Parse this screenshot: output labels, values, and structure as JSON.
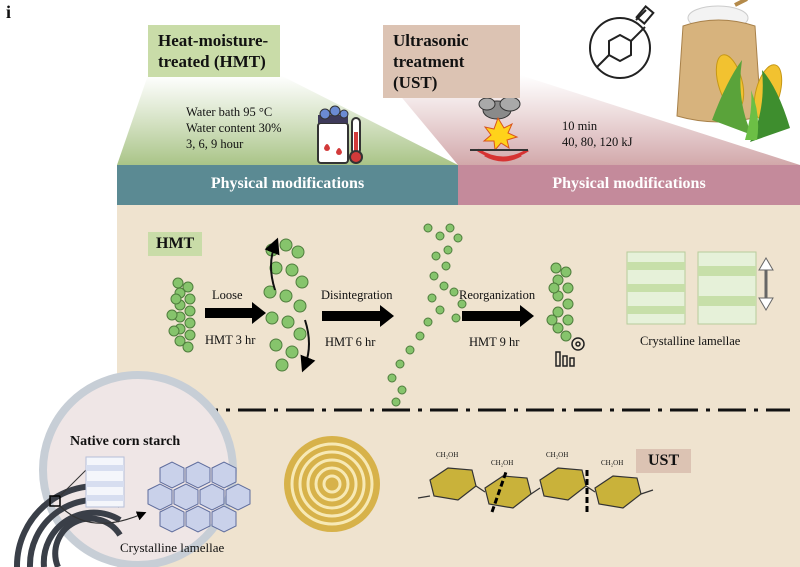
{
  "figure_letter": "i",
  "hmt_tag": {
    "line1": "Heat-moisture-",
    "line2": "treated (HMT)"
  },
  "ust_tag": {
    "line1": "Ultrasonic",
    "line2": "treatment (UST)"
  },
  "hmt_conditions": [
    "Water bath 95 °C",
    "Water content 30%",
    "3, 6, 9 hour"
  ],
  "ust_conditions": [
    "10 min",
    "40, 80, 120 kJ"
  ],
  "hmt_band_label": "Physical modifications",
  "ust_band_label": "Physical modifications",
  "hmt_section_label": "HMT",
  "ust_section_label": "UST",
  "steps": [
    {
      "above": "Loose",
      "below": "HMT 3 hr"
    },
    {
      "above": "Disintegration",
      "below": "HMT 6 hr"
    },
    {
      "above": "Reorganization",
      "below": "HMT 9 hr"
    }
  ],
  "crystalline_lamellae_right": "Crystalline lamellae",
  "native_title": "Native corn starch",
  "crystalline_lamellae_left": "Crystalline lamellae",
  "glucose_label": "CH₂OH",
  "colors": {
    "beige": "#efe3cf",
    "hmt_band": "#5b8a93",
    "ust_band": "#c48a9b",
    "hmt_tag_bg": "#c9dca8",
    "ust_tag_bg": "#dcc3b3",
    "green_fan": "#b7cf95",
    "pink_fan": "#dcb7b8",
    "starch_green": "#86c46c",
    "granule_gold": "#d7b24a"
  }
}
